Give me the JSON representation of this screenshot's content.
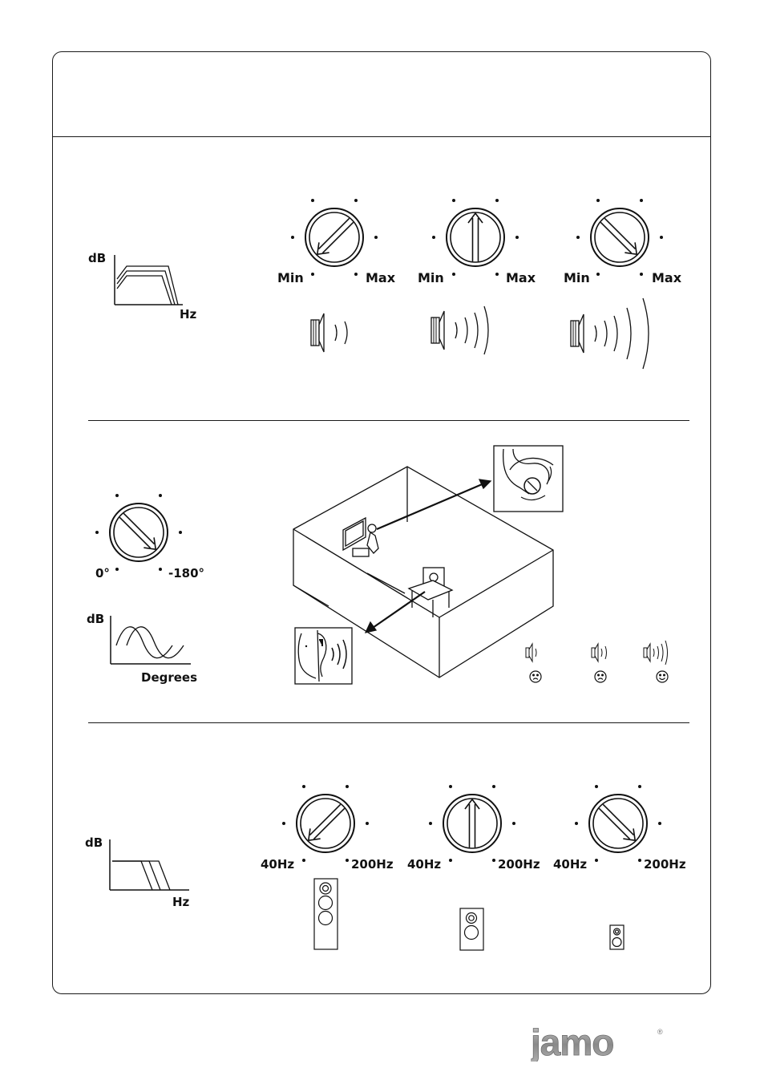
{
  "volume_section": {
    "graph": {
      "y_label": "dB",
      "x_label": "Hz"
    },
    "knobs": [
      {
        "min_label": "Min",
        "max_label": "Max"
      },
      {
        "min_label": "Min",
        "max_label": "Max"
      },
      {
        "min_label": "Min",
        "max_label": "Max"
      }
    ]
  },
  "phase_section": {
    "knob": {
      "min_label": "0°",
      "max_label": "-180°"
    },
    "graph": {
      "y_label": "dB",
      "x_label": "Degrees"
    }
  },
  "crossover_section": {
    "graph": {
      "y_label": "dB",
      "x_label": "Hz"
    },
    "knobs": [
      {
        "min_label": "40Hz",
        "max_label": "200Hz"
      },
      {
        "min_label": "40Hz",
        "max_label": "200Hz"
      },
      {
        "min_label": "40Hz",
        "max_label": "200Hz"
      }
    ]
  },
  "brand": {
    "logo_text": "jamo",
    "registered": "®"
  },
  "colors": {
    "ink": "#1a1a1a",
    "logo_fill": "#9a9a9a"
  }
}
